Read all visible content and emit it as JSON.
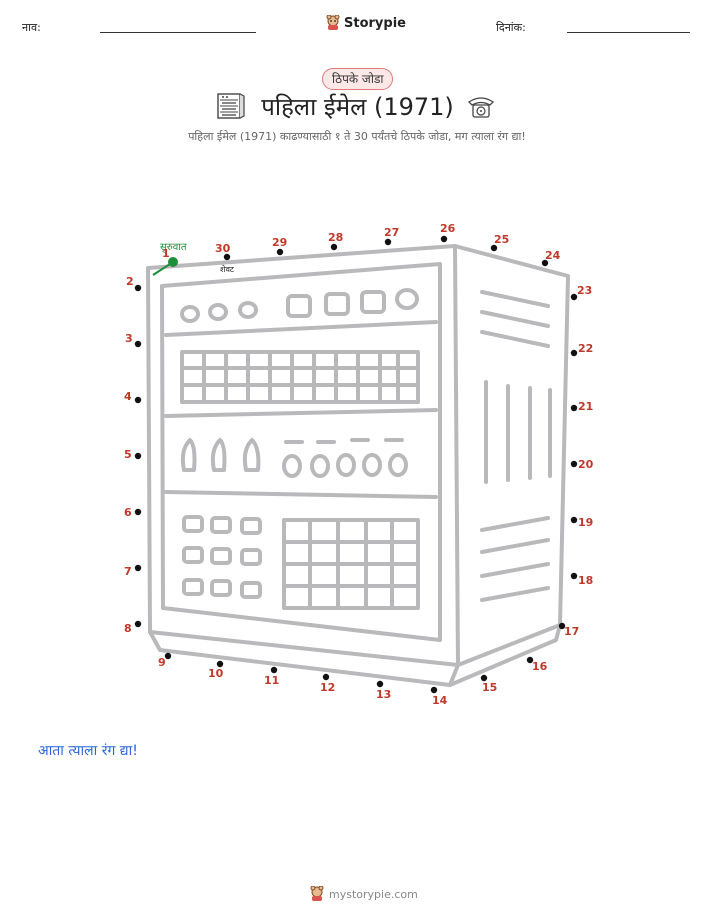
{
  "header": {
    "name_label": "नाव:",
    "brand": "Storypie",
    "date_label": "दिनांक:"
  },
  "badge": "ठिपके जोडा",
  "title": "पहिला ईमेल (1971)",
  "subtitle": "पहिला ईमेल (1971) काढण्यासाठी १ ते 30 पर्यंतचे ठिपके जोडा, मग त्याला रंग द्या!",
  "start_label": "सुरुवात",
  "end_label": "शेवट",
  "dots": [
    {
      "n": "1"
    },
    {
      "n": "2"
    },
    {
      "n": "3"
    },
    {
      "n": "4"
    },
    {
      "n": "5"
    },
    {
      "n": "6"
    },
    {
      "n": "7"
    },
    {
      "n": "8"
    },
    {
      "n": "9"
    },
    {
      "n": "10"
    },
    {
      "n": "11"
    },
    {
      "n": "12"
    },
    {
      "n": "13"
    },
    {
      "n": "14"
    },
    {
      "n": "15"
    },
    {
      "n": "16"
    },
    {
      "n": "17"
    },
    {
      "n": "18"
    },
    {
      "n": "19"
    },
    {
      "n": "20"
    },
    {
      "n": "21"
    },
    {
      "n": "22"
    },
    {
      "n": "23"
    },
    {
      "n": "24"
    },
    {
      "n": "25"
    },
    {
      "n": "26"
    },
    {
      "n": "27"
    },
    {
      "n": "28"
    },
    {
      "n": "29"
    },
    {
      "n": "30"
    }
  ],
  "cta": "आता त्याला रंग द्या!",
  "footer": "mystorypie.com",
  "colors": {
    "dot_label": "#c0392b",
    "start": "#1e8f3a",
    "cta": "#2a66d9",
    "outline": "#b9b9bc"
  }
}
